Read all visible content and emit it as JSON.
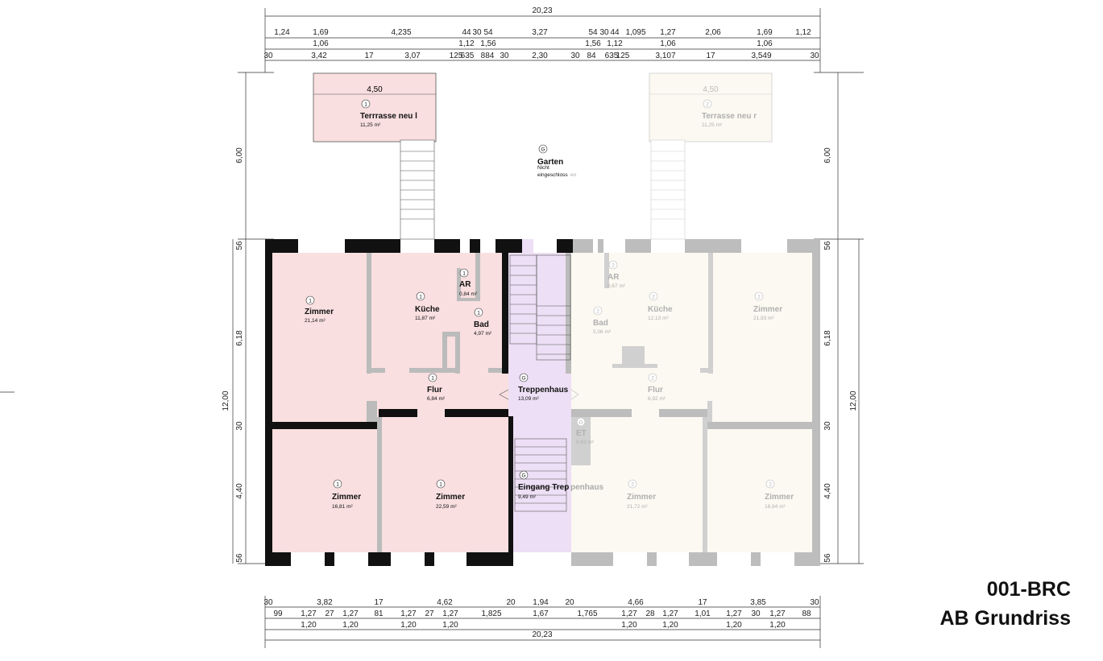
{
  "title": {
    "code": "001-BRC",
    "name": "AB Grundriss"
  },
  "dims": {
    "top_total": "20,23",
    "top_row1": [
      "1,24",
      "1,69",
      "4,235",
      "44",
      "30",
      "54",
      "3,27",
      "54",
      "30",
      "44",
      "1,095",
      "1,27",
      "2,06",
      "1,69",
      "1,12"
    ],
    "top_row2": [
      "1,06",
      "1,12",
      "1,56",
      "1,56",
      "1,12",
      "1,06",
      "1,06"
    ],
    "top_row3": [
      "30",
      "3,42",
      "17",
      "3,07",
      "125",
      "635",
      "884",
      "30",
      "2,30",
      "30",
      "84",
      "635",
      "125",
      "3,107",
      "17",
      "3,549",
      "30"
    ],
    "bottom_row1": [
      "30",
      "3,82",
      "17",
      "4,62",
      "20",
      "1,94",
      "20",
      "4,66",
      "17",
      "3,85",
      "30"
    ],
    "bottom_row2": [
      "99",
      "1,27",
      "27",
      "1,27",
      "81",
      "1,27",
      "27",
      "1,27",
      "1,825",
      "1,67",
      "1,765",
      "1,27",
      "28",
      "1,27",
      "1,01",
      "1,27",
      "30",
      "1,27",
      "88"
    ],
    "bottom_row3": [
      "1,20",
      "1,20",
      "1,20",
      "1,20",
      "1,20",
      "1,20",
      "1,20",
      "1,20"
    ],
    "bottom_total": "20,23",
    "left_garden": "6,00",
    "right_garden": "6,00",
    "left_total": "12,00",
    "right_total": "12,00",
    "left_parts": [
      "56",
      "6,18",
      "30",
      "4,40",
      "56"
    ],
    "right_parts": [
      "56",
      "6,18",
      "30",
      "4,40",
      "56"
    ],
    "terrace_left": "4,50",
    "terrace_right": "4,50"
  },
  "rooms_left": [
    {
      "num": "1",
      "name": "Terrrasse neu l",
      "area": "11,25 m²"
    },
    {
      "num": "1",
      "name": "Zimmer",
      "area": "21,14 m²"
    },
    {
      "num": "1",
      "name": "Küche",
      "area": "11,87 m²"
    },
    {
      "num": "1",
      "name": "AR",
      "area": "0,84 m²"
    },
    {
      "num": "1",
      "name": "Bad",
      "area": "4,97 m²"
    },
    {
      "num": "1",
      "name": "Flur",
      "area": "6,84 m²"
    },
    {
      "num": "1",
      "name": "Zimmer",
      "area": "16,81 m²"
    },
    {
      "num": "1",
      "name": "Zimmer",
      "area": "22,59 m²"
    }
  ],
  "rooms_common": [
    {
      "num": "G",
      "name": "Garten",
      "sub1": "Nicht",
      "sub2": "eingeschloss",
      "sub2b": "en"
    },
    {
      "num": "G",
      "name": "Treppenhaus",
      "area": "13,09 m²"
    },
    {
      "num": "G",
      "name": "Eingang Trep",
      "name_b": "penhaus",
      "area": "9,49 m²"
    },
    {
      "num": "G",
      "name": "ET",
      "area": "0,63 m²"
    }
  ],
  "rooms_right": [
    {
      "num": "2",
      "name": "Terrasse neu r",
      "area": "11,25 m²"
    },
    {
      "num": "2",
      "name": "AR",
      "area": "0,67 m²"
    },
    {
      "num": "2",
      "name": "Bad",
      "area": "5,06 m²"
    },
    {
      "num": "2",
      "name": "Küche",
      "area": "12,13 m²"
    },
    {
      "num": "2",
      "name": "Zimmer",
      "area": "21,93 m²"
    },
    {
      "num": "2",
      "name": "Flur",
      "area": "6,92 m²"
    },
    {
      "num": "2",
      "name": "Zimmer",
      "area": "21,72 m²"
    },
    {
      "num": "2",
      "name": "Zimmer",
      "area": "16,94 m²"
    }
  ],
  "colors": {
    "unit_left_fill": "#f9dfe0",
    "unit_right_fill": "#fbf9f1",
    "stair_fill": "#eddff5",
    "wall_black": "#111111",
    "wall_grey": "#bdbdbd"
  }
}
